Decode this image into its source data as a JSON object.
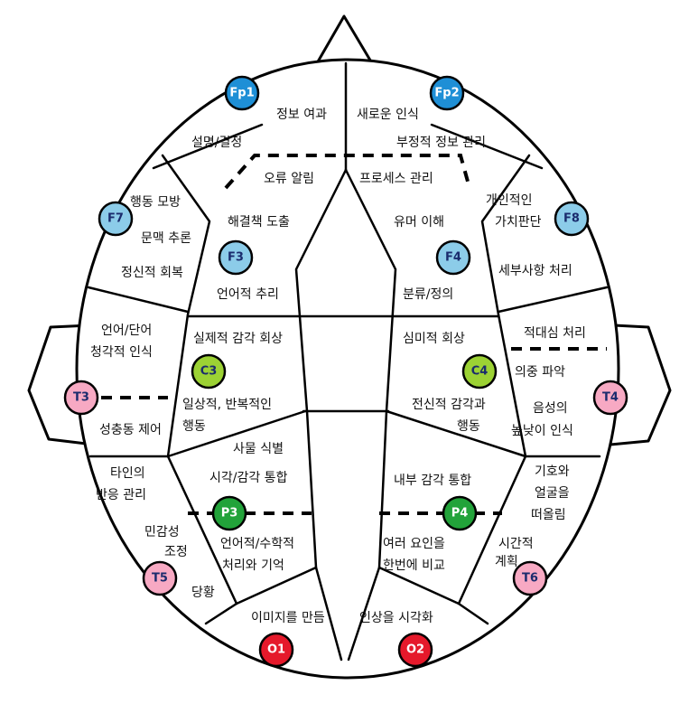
{
  "colors": {
    "blue": "#1e8fd6",
    "lightblue": "#8ccce9",
    "pink": "#f7a9c3",
    "green": "#9cd234",
    "darkgreen": "#22a33a",
    "red": "#e5192b",
    "node_text_dark": "#1a2b6d",
    "node_text_light": "#ffffff"
  },
  "electrodes": [
    {
      "id": "Fp1",
      "label": "Fp1",
      "color": "blue"
    },
    {
      "id": "Fp2",
      "label": "Fp2",
      "color": "blue"
    },
    {
      "id": "F7",
      "label": "F7",
      "color": "lightblue"
    },
    {
      "id": "F8",
      "label": "F8",
      "color": "lightblue"
    },
    {
      "id": "F3",
      "label": "F3",
      "color": "lightblue"
    },
    {
      "id": "F4",
      "label": "F4",
      "color": "lightblue"
    },
    {
      "id": "T3",
      "label": "T3",
      "color": "pink"
    },
    {
      "id": "T4",
      "label": "T4",
      "color": "pink"
    },
    {
      "id": "C3",
      "label": "C3",
      "color": "green"
    },
    {
      "id": "C4",
      "label": "C4",
      "color": "green"
    },
    {
      "id": "P3",
      "label": "P3",
      "color": "darkgreen"
    },
    {
      "id": "P4",
      "label": "P4",
      "color": "darkgreen"
    },
    {
      "id": "T5",
      "label": "T5",
      "color": "pink"
    },
    {
      "id": "T6",
      "label": "T6",
      "color": "pink"
    },
    {
      "id": "O1",
      "label": "O1",
      "color": "red"
    },
    {
      "id": "O2",
      "label": "O2",
      "color": "red"
    }
  ],
  "labels": {
    "fp1_info_filter": "정보 여과",
    "fp2_new_recognition": "새로운 인식",
    "fp1_explain_decide": "설명/결정",
    "fp2_negative_info": "부정적 정보 관리",
    "f_error_alert": "오류 알림",
    "f_process_manage": "프로세스 관리",
    "f7_behavior_imitation": "행동 모방",
    "f7_context_reasoning": "문맥 추론",
    "f7_mental_recovery": "정신적 회복",
    "f3_solution": "해결책 도출",
    "f3_verbal_reasoning": "언어적 추리",
    "f4_humor": "유머 이해",
    "f4_classify": "분류/정의",
    "f8_personal_value_1": "개인적인",
    "f8_personal_value_2": "가치판단",
    "f8_detail": "세부사항 처리",
    "t3_language": "언어/단어",
    "t3_auditory": "청각적 인식",
    "t3_impulse": "성충동 제어",
    "c3_sensory_recall": "실제적 감각 회상",
    "c3_daily_1": "일상적, 반복적인",
    "c3_daily_2": "행동",
    "c4_aesthetic_recall": "심미적 회상",
    "c4_whole_body_1": "전신적 감각과",
    "c4_whole_body_2": "행동",
    "t4_hostility": "적대심 처리",
    "t4_intent": "의중 파악",
    "t4_tone_1": "음성의",
    "t4_tone_2": "높낮이 인식",
    "p3_object": "사물 식별",
    "p3_integration": "시각/감각 통합",
    "p3_verbal_math_1": "언어적/수학적",
    "p3_verbal_math_2": "처리와 기억",
    "t5_others_1": "타인의",
    "t5_others_2": "반응 관리",
    "t5_sensitivity_1": "민감성",
    "t5_sensitivity_2": "조정",
    "t5_confusion": "당황",
    "p4_internal": "내부 감각 통합",
    "p4_compare_1": "여러 요인을",
    "p4_compare_2": "한번에 비교",
    "t6_taste_1": "기호와",
    "t6_taste_2": "얼굴을",
    "t6_taste_3": "떠올림",
    "t6_time_1": "시간적",
    "t6_time_2": "계획",
    "o1_image": "이미지를 만듬",
    "o2_impression": "인상을 시각화"
  }
}
